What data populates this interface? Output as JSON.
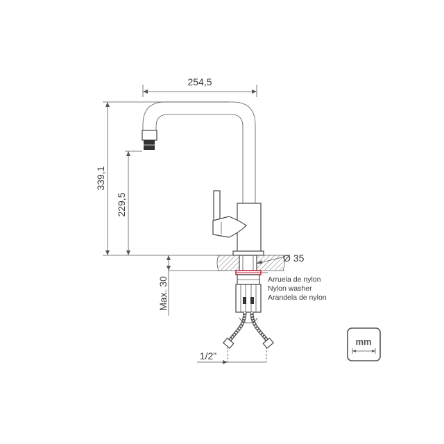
{
  "dimensions": {
    "width": "254,5",
    "total_height": "339,1",
    "spout_height": "229,5",
    "max_thickness": "Max. 30",
    "hole_diameter": "Ø 35",
    "hose_thread": "1/2\""
  },
  "washer_note": {
    "line_es": "Arruela de nylon",
    "line_en": "Nylon washer",
    "line_pt": "Arandela de nylon"
  },
  "unit_badge": {
    "label": "mm"
  },
  "colors": {
    "line": "#555555",
    "washer": "#c8102e",
    "hatch": "#888888"
  }
}
